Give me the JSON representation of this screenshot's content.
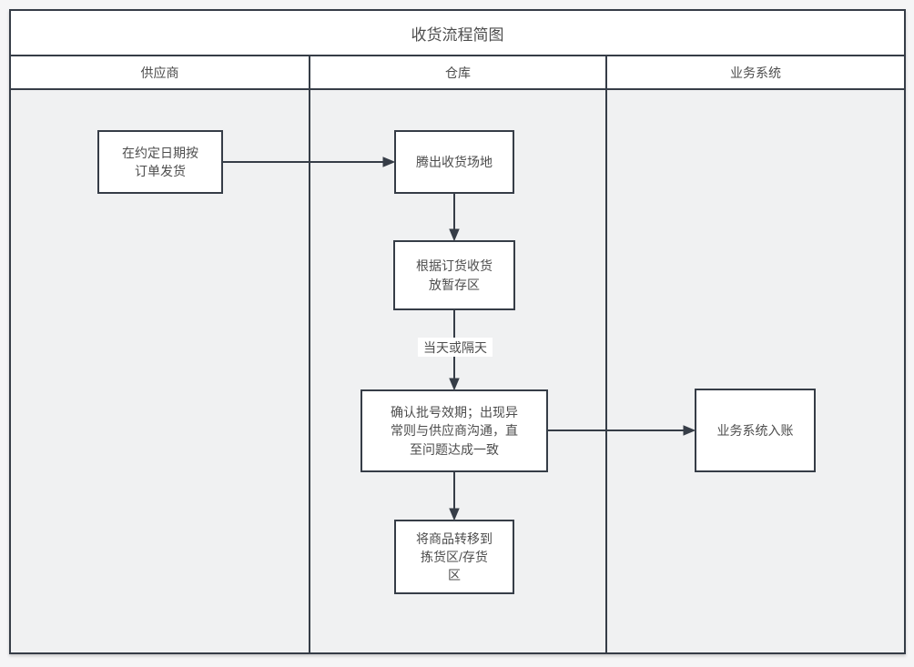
{
  "diagram": {
    "title": "收货流程简图",
    "lanes": [
      {
        "label": "供应商"
      },
      {
        "label": "仓库"
      },
      {
        "label": "业务系统"
      }
    ],
    "nodes": [
      {
        "id": "ship-on-date",
        "lane": "供应商",
        "label": "在约定日期按\n订单发货"
      },
      {
        "id": "clear-receiving-area",
        "lane": "仓库",
        "label": "腾出收货场地"
      },
      {
        "id": "receive-to-staging",
        "lane": "仓库",
        "label": "根据订货收货\n放暂存区"
      },
      {
        "id": "confirm-batch",
        "lane": "仓库",
        "label": "确认批号效期；出现异\n常则与供应商沟通，直\n至问题达成一致"
      },
      {
        "id": "system-booking",
        "lane": "业务系统",
        "label": "业务系统入账"
      },
      {
        "id": "move-to-picking",
        "lane": "仓库",
        "label": "将商品转移到\n拣货区/存货\n区"
      }
    ],
    "edges": [
      {
        "from": "ship-on-date",
        "to": "clear-receiving-area",
        "label": ""
      },
      {
        "from": "clear-receiving-area",
        "to": "receive-to-staging",
        "label": ""
      },
      {
        "from": "receive-to-staging",
        "to": "confirm-batch",
        "label": "当天或隔天"
      },
      {
        "from": "confirm-batch",
        "to": "system-booking",
        "label": ""
      },
      {
        "from": "confirm-batch",
        "to": "move-to-picking",
        "label": ""
      }
    ],
    "colors": {
      "line": "#363d47",
      "node_bg": "#ffffff",
      "header_bg": "#ffffff",
      "lane_bg": "#f0f1f2",
      "canvas_bg": "#f5f5f6",
      "text": "#4d4d4d"
    }
  }
}
